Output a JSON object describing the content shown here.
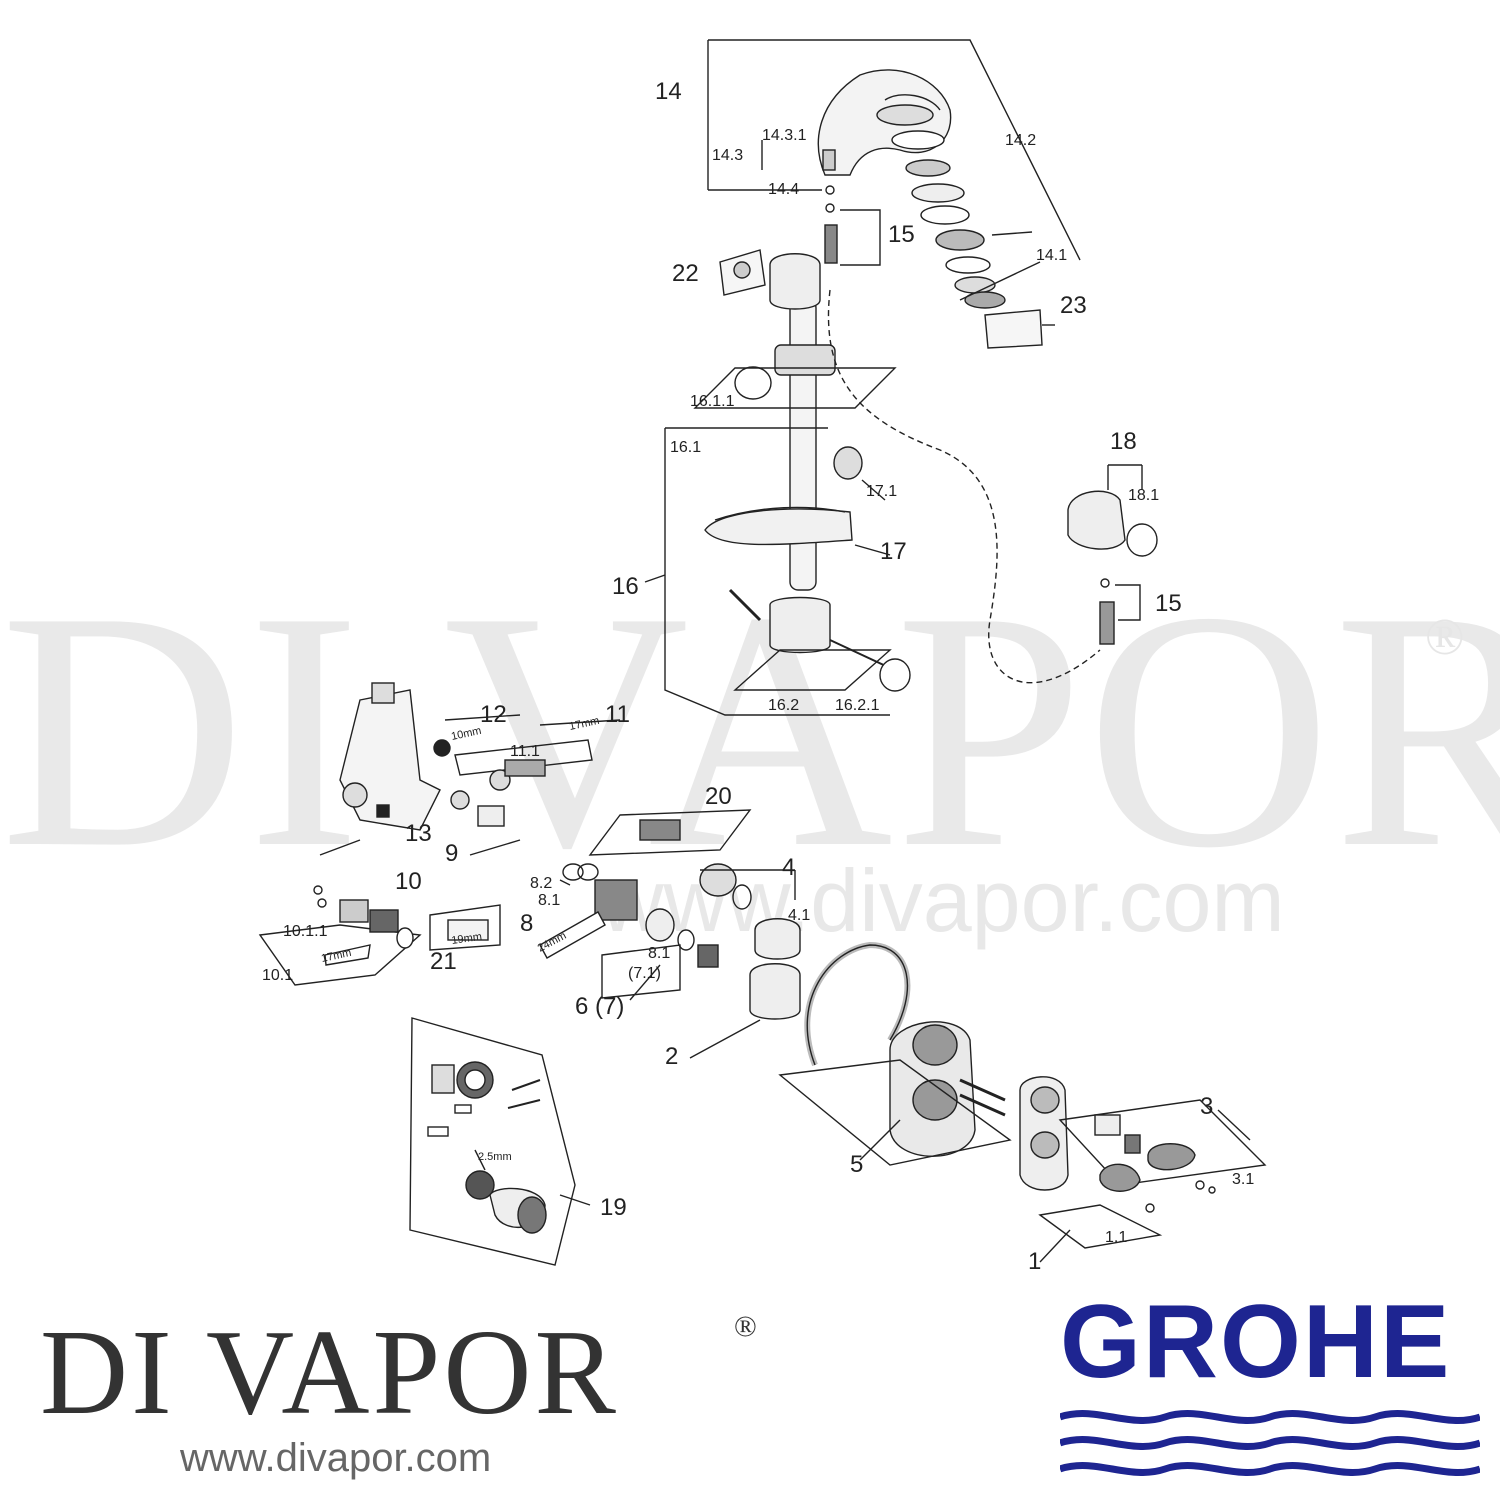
{
  "watermark": {
    "text": "DI VAPOR",
    "registered": "®",
    "url": "www.divapor.com",
    "color": "#e9e9e9"
  },
  "diagram": {
    "labels": {
      "p14": "14",
      "p14_3_1": "14.3.1",
      "p14_3": "14.3",
      "p14_4": "14.4",
      "p14_2": "14.2",
      "p15a": "15",
      "p14_1": "14.1",
      "p22": "22",
      "p23": "23",
      "p16_1_1": "16.1.1",
      "p16_1": "16.1",
      "p17_1": "17.1",
      "p17": "17",
      "p18": "18",
      "p18_1": "18.1",
      "p15b": "15",
      "p16": "16",
      "p16_2": "16.2",
      "p16_2_1": "16.2.1",
      "p12": "12",
      "p11": "11",
      "p11_1": "11.1",
      "p20": "20",
      "p13": "13",
      "p9": "9",
      "p10": "10",
      "p10_1_1": "10.1.1",
      "p10_1": "10.1",
      "p8_2": "8.2",
      "p8_1a": "8.1",
      "p8": "8",
      "p21": "21",
      "p8_1b": "8.1",
      "p7_1": "(7.1)",
      "p6_7": "6 (7)",
      "p4": "4",
      "p4_1": "4.1",
      "p2": "2",
      "p5": "5",
      "p3": "3",
      "p3_1": "3.1",
      "p19": "19",
      "p1": "1",
      "p1_1": "1.1"
    },
    "tool_markings": {
      "m10mm": "10mm",
      "m17mm_a": "17mm",
      "m17mm_b": "17mm",
      "m19mm": "19mm",
      "m24mm": "24mm",
      "m2_5mm": "2.5mm"
    }
  },
  "brand": {
    "name": "DI VAPOR",
    "registered": "®",
    "url": "www.divapor.com"
  },
  "logo": {
    "name": "GROHE",
    "color": "#1e2591"
  }
}
